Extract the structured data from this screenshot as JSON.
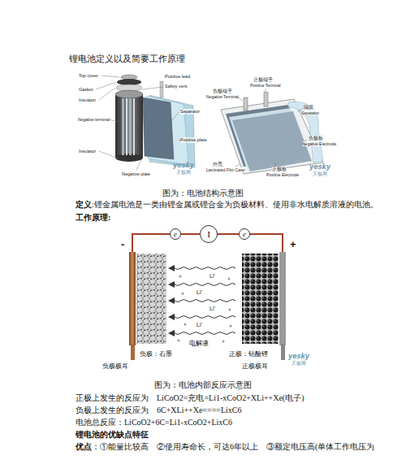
{
  "diagram": {
    "title": "锂电池定义以及简要工作原理",
    "nodes": [
      {
        "text": [
          "e"
        ]
      },
      {
        "text": [
          "I"
        ]
      },
      {
        "text": [
          "e"
        ]
      }
    ],
    "edges": [
      {
        "from": 0,
        "to": 1,
        "arrow": "none"
      },
      {
        "from": 1,
        "to": 2,
        "arrow": "none"
      }
    ],
    "labels": [
      "Top cover",
      "Gasket",
      "Insulator",
      "Negative terminal",
      "Insulator",
      "Negative plate",
      "Positive lead",
      "Safety vent",
      "Separator",
      "Positive plate",
      "yesky",
      "天极网",
      "正极端子",
      "Positive Terminal",
      "负极端子",
      "Negative Terminal",
      "隔膜",
      "Separator",
      "负极板",
      "Negative Electrode",
      "外壳",
      "Laminated Film Case",
      "正极板",
      "Positive Electrode",
      "yesky",
      "天极网",
      "图为：电池结构示意图",
      "定义",
      ":锂金属电池是一类由锂金属或锂合金为负极材料、使用非水电解质溶液的电池。",
      "工作原理:",
      "-",
      "+",
      "Li⁺",
      "Li⁺",
      "Li⁺",
      "Li⁺",
      "电解液",
      "负极：石墨",
      "正极：钴酸锂",
      "负极极耳",
      "正极极耳",
      "yesky",
      "天极网",
      "图为：电池内部反应示意图",
      "正极上发生的反应为",
      "LiCoO2=充电=Li1-xCoO2+XLi++Xe(电子)",
      "负极上发生的反应为",
      "6C+XLi++Xe====LixC6",
      "电池总反应：LiCoO2+6C=Li1-xCoO2+LixC6",
      "锂电池的优缺点特征",
      "优点",
      "：①能量比较高　②使用寿命长，可达6年以上　③额定电压高(单体工作电压为"
    ]
  }
}
